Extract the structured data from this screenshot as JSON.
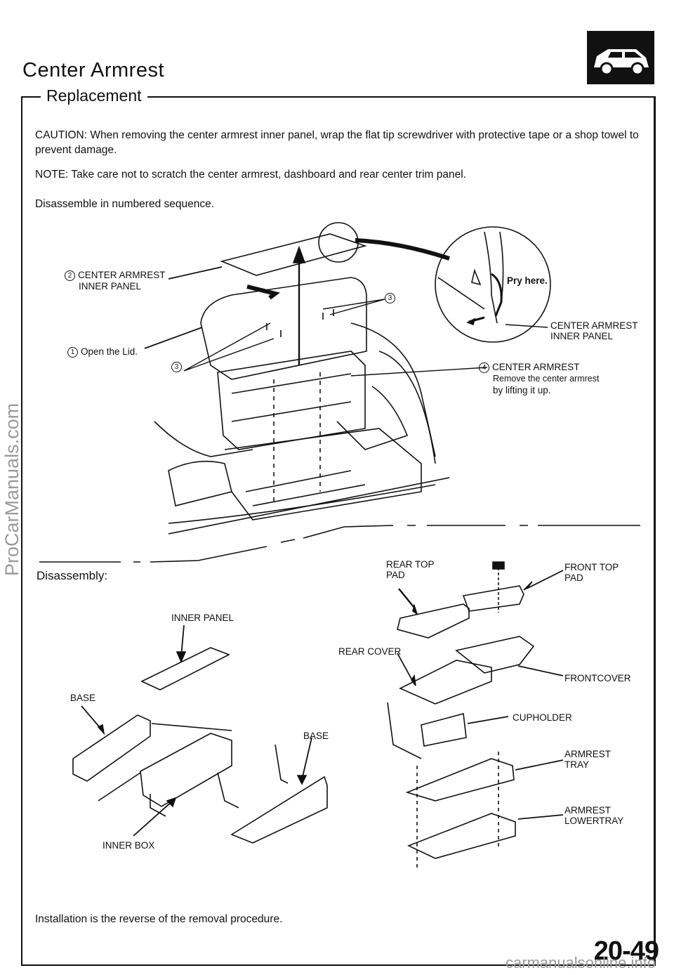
{
  "header": {
    "title": "Center Armrest",
    "section": "Replacement",
    "icon": "car-icon"
  },
  "notes": {
    "caution": "CAUTION: When removing the center armrest inner panel, wrap the flat tip screwdriver with protective tape or a shop towel to prevent damage.",
    "note": "NOTE: Take care not to scratch the center armrest, dashboard and rear center trim panel.",
    "sequence": "Disassemble in numbered sequence."
  },
  "removal_diagram": {
    "step1": {
      "num": "1",
      "text": "Open the Lid."
    },
    "step2": {
      "num": "2",
      "line1": "CENTER ARMREST",
      "line2": "INNER PANEL"
    },
    "step3a": {
      "num": "3"
    },
    "step3b": {
      "num": "3"
    },
    "step4": {
      "num": "4",
      "line1": "CENTER ARMREST",
      "line2": "Remove the center armrest",
      "line3": "by lifting it up."
    },
    "detail": {
      "pry": "Pry here.",
      "line1": "CENTER ARMREST",
      "line2": "INNER PANEL"
    }
  },
  "disassembly": {
    "heading": "Disassembly:",
    "inner_panel": "INNER PANEL",
    "base_left": "BASE",
    "base_right": "BASE",
    "inner_box": "INNER BOX",
    "rear_top_pad": {
      "line1": "REAR TOP",
      "line2": "PAD"
    },
    "front_top_pad": {
      "line1": "FRONT TOP",
      "line2": "PAD"
    },
    "rear_cover": "REAR COVER",
    "front_cover": "FRONTCOVER",
    "cupholder": "CUPHOLDER",
    "armrest_tray": {
      "line1": "ARMREST",
      "line2": "TRAY"
    },
    "armrest_lower_tray": {
      "line1": "ARMREST",
      "line2": "LOWERTRAY"
    }
  },
  "footer": {
    "installation": "Installation is the reverse of the removal procedure.",
    "page_number": "20-49",
    "watermark_side": "ProCarManuals.com",
    "watermark_bottom": "carmanualsonline.info"
  }
}
